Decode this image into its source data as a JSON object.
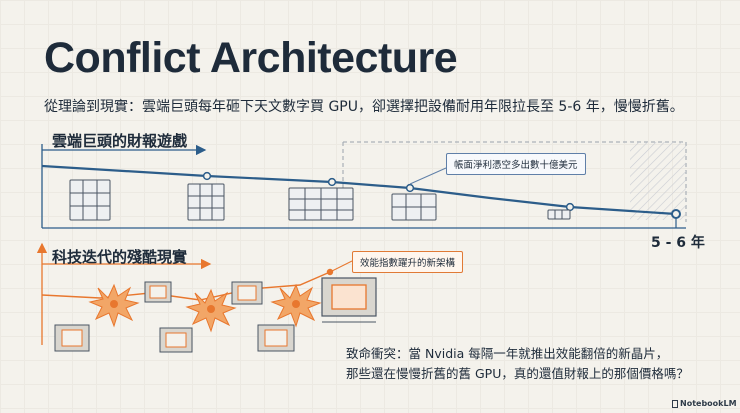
{
  "title": "Conflict Architecture",
  "subtitle": "從理論到現實：雲端巨頭每年砸下天文數字買 GPU，卻選擇把設備耐用年限拉長至 5-6 年，慢慢折舊。",
  "top_section": {
    "label": "雲端巨頭的財報遊戲",
    "callout": "帳面淨利憑空多出數十億美元",
    "end_label": "5 - 6 年",
    "line_color": "#2c5d8a"
  },
  "bottom_section": {
    "label": "科技迭代的殘酷現實",
    "callout": "效能指數躍升的新架構",
    "accent_color": "#e8772e"
  },
  "conflict": {
    "line1": "致命衝突：當 Nvidia 每隔一年就推出效能翻倍的新晶片，",
    "line2": "那些還在慢慢折舊的舊 GPU，真的還值財報上的那個價格嗎？"
  },
  "watermark": "NotebookLM"
}
